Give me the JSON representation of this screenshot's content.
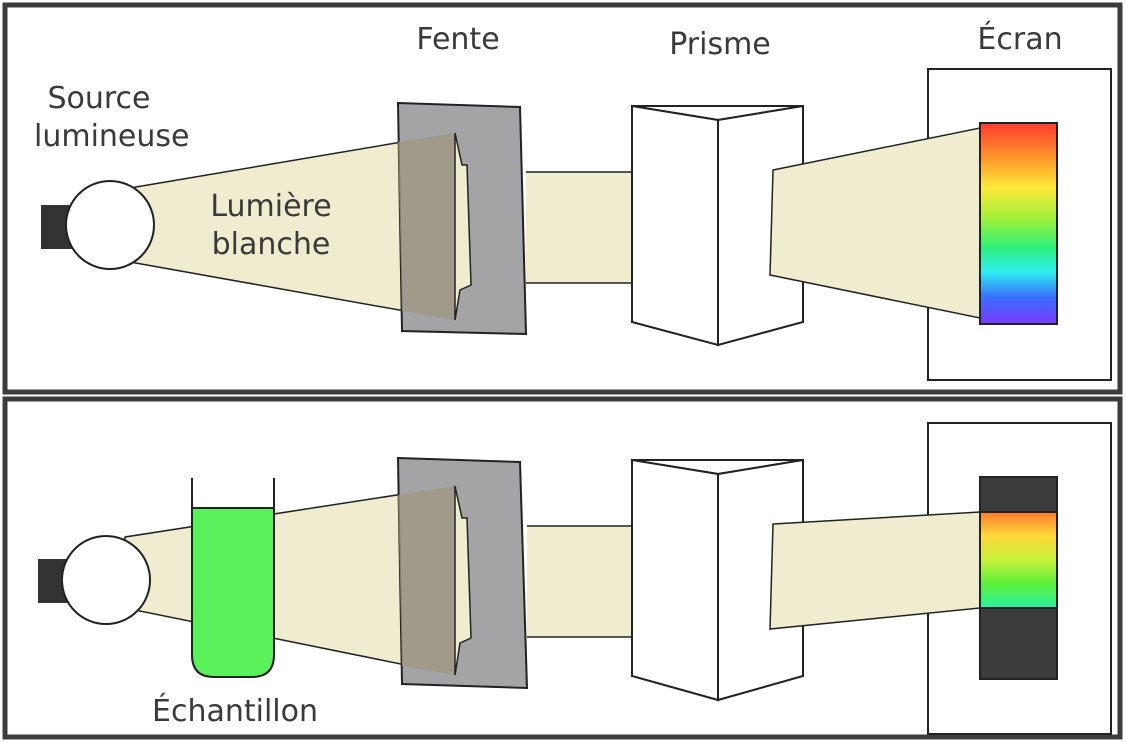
{
  "labels": {
    "source": "Source\nlumineuse",
    "white_light": "Lumière\nblanche",
    "slit": "Fente",
    "prism": "Prisme",
    "screen": "Écran",
    "sample": "Échantillon"
  },
  "colors": {
    "frame": "#3c3c3c",
    "beam": "#efecd0",
    "slit_plate": "#a4a4a6",
    "sample_liquid": "#5af05a",
    "screen_dark": "#3c3c3c",
    "lamp_base": "#333333"
  },
  "spectra": {
    "full": [
      "#ff3b30",
      "#ff9a2a",
      "#ffe83a",
      "#9ef03a",
      "#2cf07a",
      "#2ef0f0",
      "#3a6cff",
      "#7a3aff"
    ],
    "filtered": [
      "#ff7a2a",
      "#ffd93a",
      "#c8f03a",
      "#5af03a",
      "#2cf0a0"
    ]
  }
}
